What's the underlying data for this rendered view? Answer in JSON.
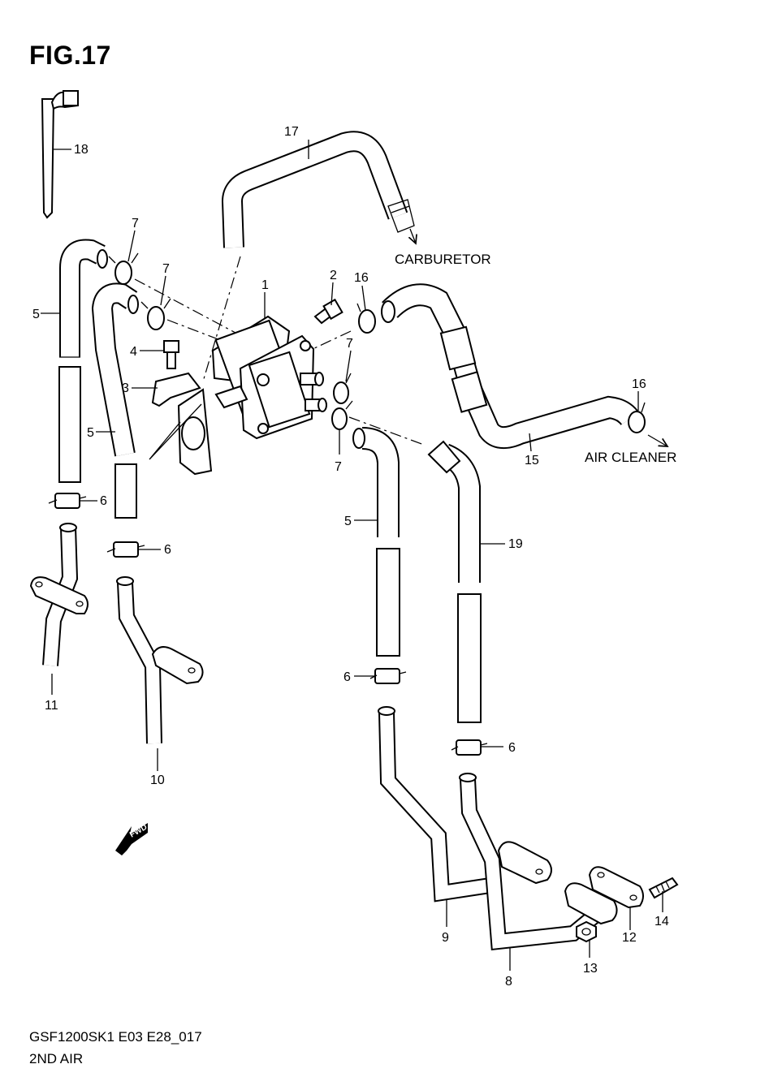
{
  "figure": {
    "title": "FIG.17",
    "code": "GSF1200SK1 E03 E28_017",
    "name": "2ND AIR"
  },
  "destinations": {
    "carburetor": "CARBURETOR",
    "air_cleaner": "AIR CLEANER"
  },
  "fwd_label": "FWD",
  "callouts": {
    "n1": "1",
    "n2": "2",
    "n3": "3",
    "n4": "4",
    "n5a": "5",
    "n5b": "5",
    "n5c": "5",
    "n6a": "6",
    "n6b": "6",
    "n6c": "6",
    "n6d": "6",
    "n7a": "7",
    "n7b": "7",
    "n7c": "7",
    "n7d": "7",
    "n8": "8",
    "n9": "9",
    "n10": "10",
    "n11": "11",
    "n12": "12",
    "n13": "13",
    "n14": "14",
    "n15": "15",
    "n16a": "16",
    "n16b": "16",
    "n17": "17",
    "n18": "18",
    "n19": "19"
  }
}
